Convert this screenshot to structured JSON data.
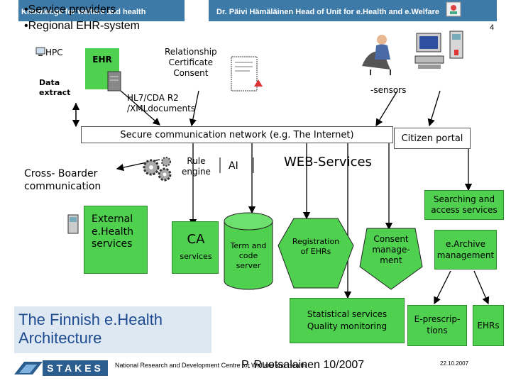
{
  "header": {
    "left_title": "Knowledge for welfare and health",
    "right_title": "Dr. Päivi Hämäläinen Head of Unit for e.Health and e.Welfare",
    "page_number": "4"
  },
  "bullets": [
    "•Service providers",
    "•Regional EHR-system"
  ],
  "top": {
    "hpc_label": "HPC",
    "ehr_label": "EHR",
    "data_extract_label": "Data\nextract",
    "relationship_label": "Relationship\nCertificate\nConsent",
    "hl7_label": "HL7/CDA R2\n/XMLdocuments",
    "sensors_label": "-sensors"
  },
  "network": {
    "label": "Secure communication network (e.g. The Internet)",
    "citizen_portal": "Citizen portal"
  },
  "middle": {
    "cross_border": "Cross- Boarder\ncommunication",
    "rule_engine": "Rule\nengine",
    "ai_label": "AI",
    "web_services": "WEB-Services",
    "searching": "Searching and\naccess services"
  },
  "services": {
    "external": "External\ne.Health\nservices",
    "ca_title": "CA",
    "ca_sub": "services",
    "term_code": "Term and\ncode\nserver",
    "registration": "Registration\nof EHRs",
    "consent": "Consent\nmanage-\nment",
    "earchive": "e.Archive\nmanagement"
  },
  "bottom": {
    "title": "The Finnish e.Health\nArchitecture",
    "statistical": "Statistical services\nQuality monitoring",
    "eprescriptions": "E-prescrip-\ntions",
    "ehrs": "EHRs"
  },
  "footer": {
    "logo": "STAKES",
    "institute": "National Research and Development Centre for Welfare and Health",
    "author": "P. Ruotsalainen 10/2007",
    "date": "22.10.2007"
  },
  "colors": {
    "header": "#3d7aa8",
    "green": "#4fd04f",
    "light_blue": "#dde8f3",
    "stakes_blue": "#2c5d8f",
    "arrow": "#000000"
  }
}
